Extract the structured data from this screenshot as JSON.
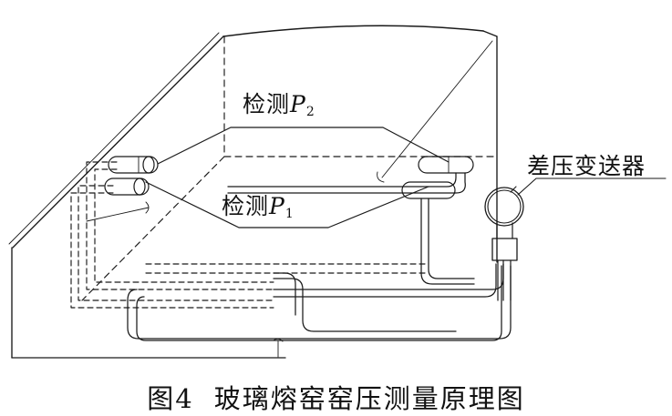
{
  "figure": {
    "caption_number": "图4",
    "caption_title": "玻璃熔窑窑压测量原理图",
    "caption_full": "图4  玻璃熔窑窑压测量原理图",
    "subject": "玻璃熔窑窑压测量原理图",
    "style": "isometric line drawing, black on white"
  },
  "labels": {
    "p2": {
      "prefix": "检测",
      "symbol": "P",
      "subscript": "2",
      "full": "检测P2"
    },
    "p1": {
      "prefix": "检测",
      "symbol": "P",
      "subscript": "1",
      "full": "检测P1"
    },
    "transmitter": "差压变送器"
  },
  "components": {
    "furnace": "玻璃熔窑窑体",
    "crown": "窑顶拱",
    "probe_upper": "上取压探头",
    "probe_lower": "下取压探头",
    "impulse_pipe_hidden": "窑内隐藏导压管",
    "impulse_pipe_visible": "窑外导压管",
    "transmitter_body": "差压变送器本体",
    "transmitter_dial": "变送器表头"
  },
  "colors": {
    "line": "#1a1a1a",
    "line_light": "#3a3a3a",
    "background": "#ffffff",
    "text": "#111111"
  },
  "line_styles": {
    "solid": "实线",
    "dashed": "虚线",
    "dash_pattern": "7,5"
  }
}
